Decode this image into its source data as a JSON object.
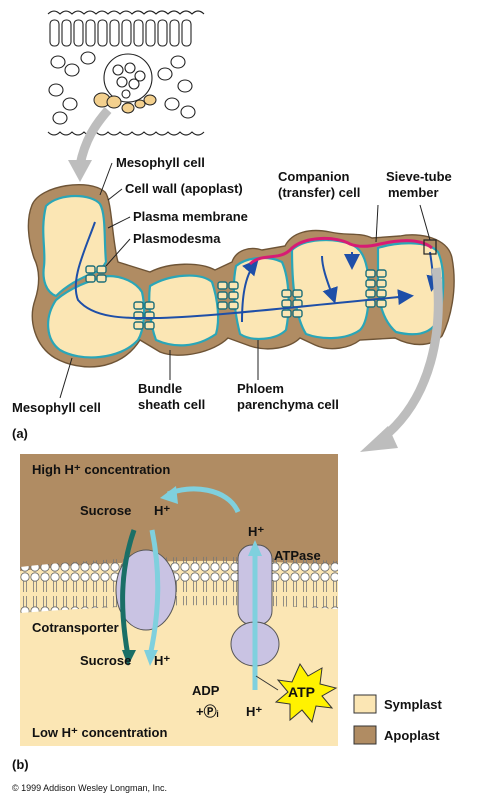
{
  "panel_a": {
    "label": "(a)",
    "mesophyll_top": "Mesophyll cell",
    "cell_wall": "Cell wall (apoplast)",
    "plasma_membrane": "Plasma membrane",
    "plasmodesma": "Plasmodesma",
    "companion_1": "Companion",
    "companion_2": "(transfer) cell",
    "sieve_1": "Sieve-tube",
    "sieve_2": "member",
    "mesophyll_bottom": "Mesophyll cell",
    "bundle_1": "Bundle",
    "bundle_2": "sheath cell",
    "phloem_1": "Phloem",
    "phloem_2": "parenchyma cell"
  },
  "panel_b": {
    "label": "(b)",
    "high_h": "High H⁺ concentration",
    "low_h": "Low H⁺ concentration",
    "sucrose_top": "Sucrose",
    "h_top": "H⁺",
    "h_pump_top": "H⁺",
    "atpase": "ATPase",
    "cotransporter": "Cotransporter",
    "sucrose_bottom": "Sucrose",
    "h_bottom": "H⁺",
    "adp": "ADP",
    "pi": "+Ⓟᵢ",
    "h_pump_bottom": "H⁺",
    "atp": "ATP"
  },
  "legend": {
    "items": [
      {
        "label": "Symplast",
        "color": "#fbe6b4"
      },
      {
        "label": "Apoplast",
        "color": "#b08c63"
      }
    ]
  },
  "copyright": "© 1999 Addison Wesley Longman, Inc.",
  "colors": {
    "symplast": "#fbe6b4",
    "apoplast": "#b08c63",
    "membrane": "#2aa6b8",
    "flow_arrow": "#1e4fa8",
    "apoplast_path": "#d81b74",
    "protein": "#c9c3e3"
  }
}
